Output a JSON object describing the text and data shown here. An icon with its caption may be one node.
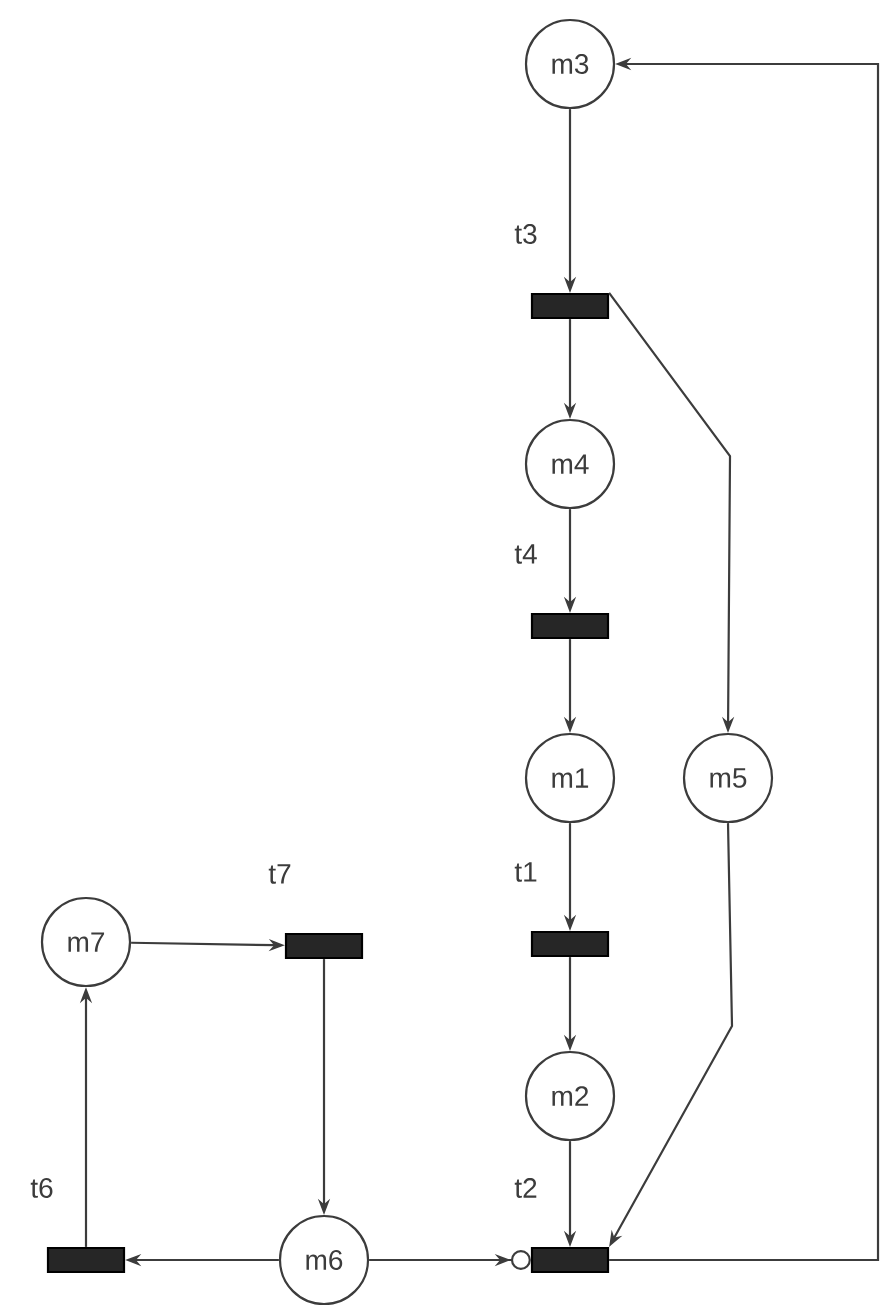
{
  "diagram": {
    "nodes": [
      {
        "text": [
          "m3"
        ]
      },
      {
        "text": [],
        "shape": "bar",
        "beside": [
          "t3"
        ]
      },
      {
        "text": [
          "m4"
        ]
      },
      {
        "text": [],
        "shape": "bar",
        "beside": [
          "t4"
        ]
      },
      {
        "text": [
          "m1"
        ]
      },
      {
        "text": [
          "m5"
        ]
      },
      {
        "text": [],
        "shape": "bar",
        "beside": [
          "t1"
        ]
      },
      {
        "text": [
          "m7"
        ]
      },
      {
        "text": [],
        "shape": "bar",
        "beside": [
          "t7"
        ]
      },
      {
        "text": [
          "m2"
        ]
      },
      {
        "text": [],
        "shape": "bar",
        "beside": [
          "t6"
        ]
      },
      {
        "text": [
          "m6"
        ]
      },
      {
        "text": [],
        "shape": "bar",
        "beside": [
          "t2"
        ]
      }
    ],
    "edges": [
      {
        "from": 0,
        "to": 1,
        "arrow": "to"
      },
      {
        "from": 1,
        "to": 2,
        "arrow": "to"
      },
      {
        "from": 1,
        "to": 5,
        "arrow": "to"
      },
      {
        "from": 2,
        "to": 3,
        "arrow": "to"
      },
      {
        "from": 3,
        "to": 4,
        "arrow": "to"
      },
      {
        "from": 4,
        "to": 6,
        "arrow": "to"
      },
      {
        "from": 6,
        "to": 9,
        "arrow": "to"
      },
      {
        "from": 9,
        "to": 12,
        "arrow": "to"
      },
      {
        "from": 5,
        "to": 12,
        "arrow": "to"
      },
      {
        "from": 11,
        "to": 12,
        "arrow": "to"
      },
      {
        "from": 11,
        "to": 10,
        "arrow": "to"
      },
      {
        "from": 10,
        "to": 7,
        "arrow": "to"
      },
      {
        "from": 7,
        "to": 8,
        "arrow": "to"
      },
      {
        "from": 8,
        "to": 11,
        "arrow": "to"
      },
      {
        "from": 12,
        "to": 0,
        "arrow": "to"
      }
    ]
  }
}
